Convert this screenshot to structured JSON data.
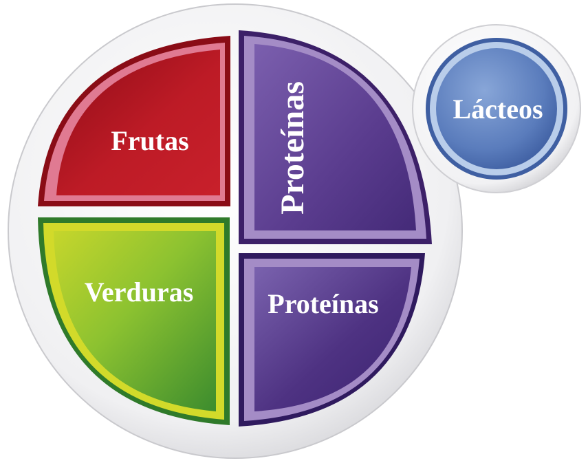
{
  "plate": {
    "sections": {
      "fruits": {
        "label": "Frutas",
        "color": "#b2121f",
        "rim": "#e07a92"
      },
      "grains": {
        "label": "Proteínas",
        "color": "#5a3c8e",
        "rim": "#a48cc6"
      },
      "vegetables": {
        "label": "Verduras",
        "color": "#7ab62e",
        "rim": "#d2da2a"
      },
      "protein": {
        "label": "Proteínas",
        "color": "#4e3282",
        "rim": "#a48cc6"
      }
    },
    "plate_color": "#f1f1f3"
  },
  "dairy": {
    "label": "Lácteos",
    "color": "#5a7cbc",
    "ring": "#b9cdea"
  }
}
